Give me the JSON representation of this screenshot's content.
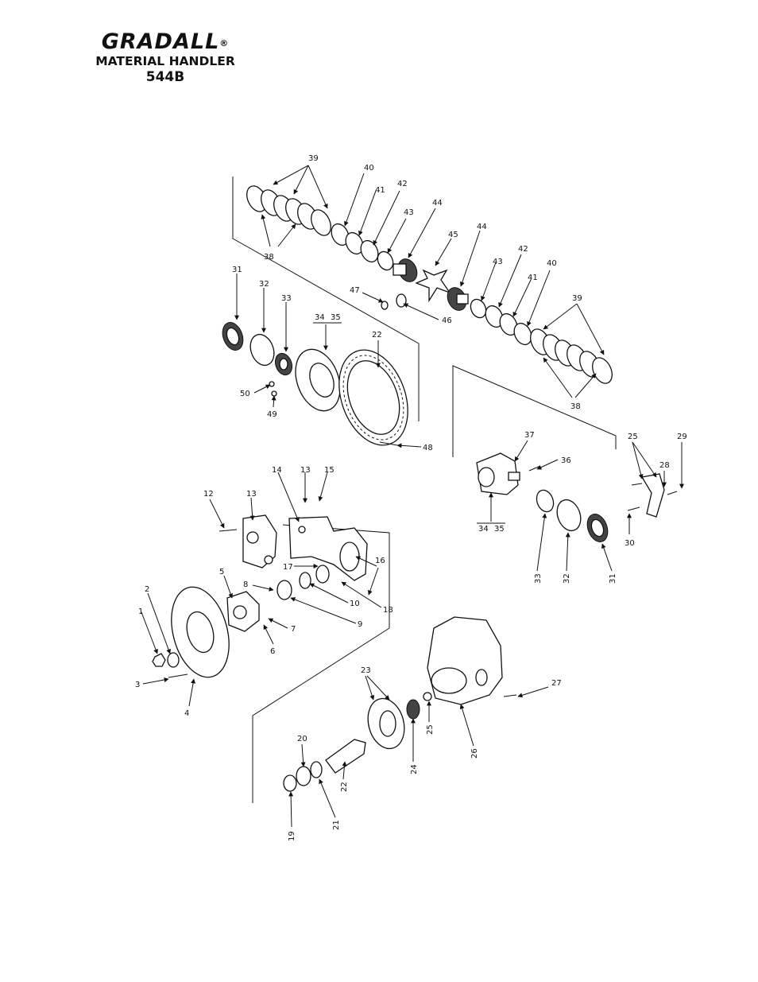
{
  "header": {
    "brand": "GRADALL",
    "registered_mark": "®",
    "subtitle": "MATERIAL HANDLER",
    "model": "544B"
  },
  "callouts": {
    "c1": "1",
    "c2": "2",
    "c3": "3",
    "c4": "4",
    "c5": "5",
    "c6": "6",
    "c7": "7",
    "c8": "8",
    "c9": "9",
    "c10": "10",
    "c12": "12",
    "c13a": "13",
    "c13b": "13",
    "c14": "14",
    "c15": "15",
    "c16": "16",
    "c17": "17",
    "c18": "18",
    "c19": "19",
    "c20": "20",
    "c21": "21",
    "c22a": "22",
    "c22b": "22",
    "c23": "23",
    "c24": "24",
    "c25a": "25",
    "c25b": "25",
    "c26": "26",
    "c27": "27",
    "c28": "28",
    "c29": "29",
    "c30": "30",
    "c31a": "31",
    "c31b": "31",
    "c32a": "32",
    "c32b": "32",
    "c33a": "33",
    "c33b": "33",
    "c34a": "34",
    "c35a": "35",
    "c34b": "34",
    "c35b": "35",
    "c36": "36",
    "c37": "37",
    "c38a": "38",
    "c38b": "38",
    "c39a": "39",
    "c39b": "39",
    "c40a": "40",
    "c40b": "40",
    "c41a": "41",
    "c41b": "41",
    "c42a": "42",
    "c42b": "42",
    "c43a": "43",
    "c43b": "43",
    "c44a": "44",
    "c44b": "44",
    "c45": "45",
    "c46": "46",
    "c47": "47",
    "c48": "48",
    "c49": "49",
    "c50": "50"
  }
}
